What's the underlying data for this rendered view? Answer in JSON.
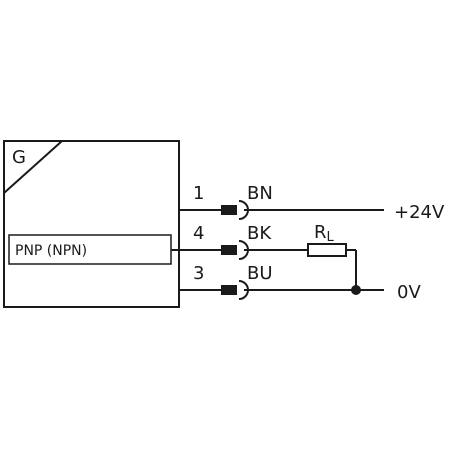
{
  "sensor": {
    "label": "G",
    "output_type": "PNP (NPN)"
  },
  "wires": [
    {
      "pin": "1",
      "color": "BN",
      "supply": "+24V"
    },
    {
      "pin": "4",
      "color": "BK"
    },
    {
      "pin": "3",
      "color": "BU",
      "supply": "0V"
    }
  ],
  "load": {
    "label_main": "R",
    "label_sub": "L"
  }
}
